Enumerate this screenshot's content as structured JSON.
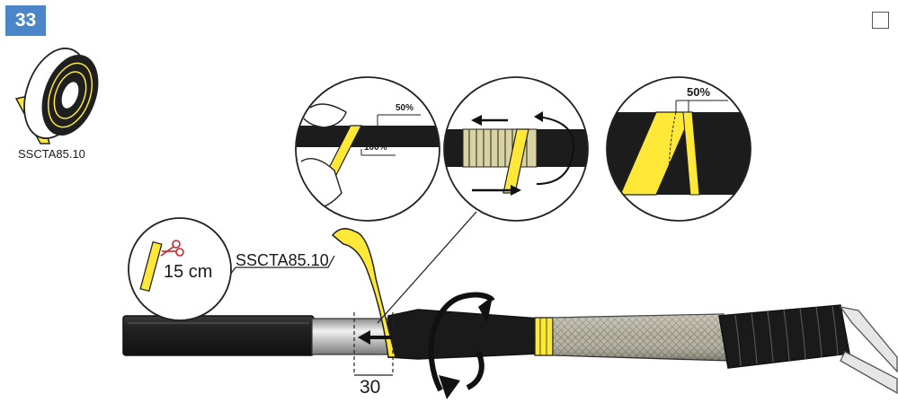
{
  "step": {
    "number": "33"
  },
  "checkbox": {
    "checked": false
  },
  "tape_roll": {
    "product_code": "SSCTA85.10"
  },
  "cut_callout": {
    "length": "15 cm"
  },
  "tape_label": {
    "product_code": "SSCTA85.10"
  },
  "dimension": {
    "value": "30"
  },
  "detail_1": {
    "overlap_label": "50%",
    "stretch_label": "100%"
  },
  "detail_3": {
    "overlap_label": "50%"
  },
  "colors": {
    "badge": "#4a86c8",
    "tape": "#ffe838",
    "cable": "#1c1c1c",
    "braid": "#b9b6a4",
    "metal": "#c7c7c7"
  }
}
